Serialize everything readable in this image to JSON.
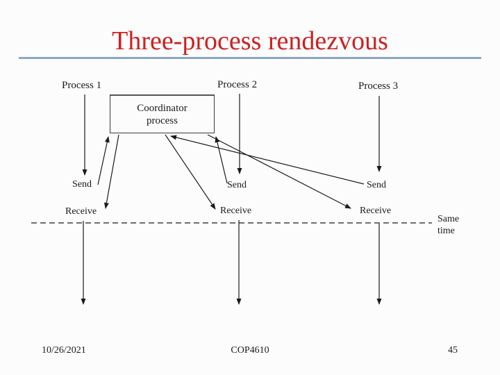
{
  "slide": {
    "title": "Three-process rendezvous",
    "footer": {
      "date": "10/26/2021",
      "course": "COP4610",
      "page": "45"
    }
  },
  "diagram": {
    "process1_label": "Process 1",
    "process2_label": "Process 2",
    "process3_label": "Process 3",
    "coordinator_line1": "Coordinator",
    "coordinator_line2": "process",
    "send_label": "Send",
    "receive_label": "Receive",
    "same_time_line1": "Same",
    "same_time_line2": "time"
  },
  "colors": {
    "title_red": "#cc2020",
    "rule_blue": "#8aa8c7",
    "ink": "#1a1a1a"
  }
}
